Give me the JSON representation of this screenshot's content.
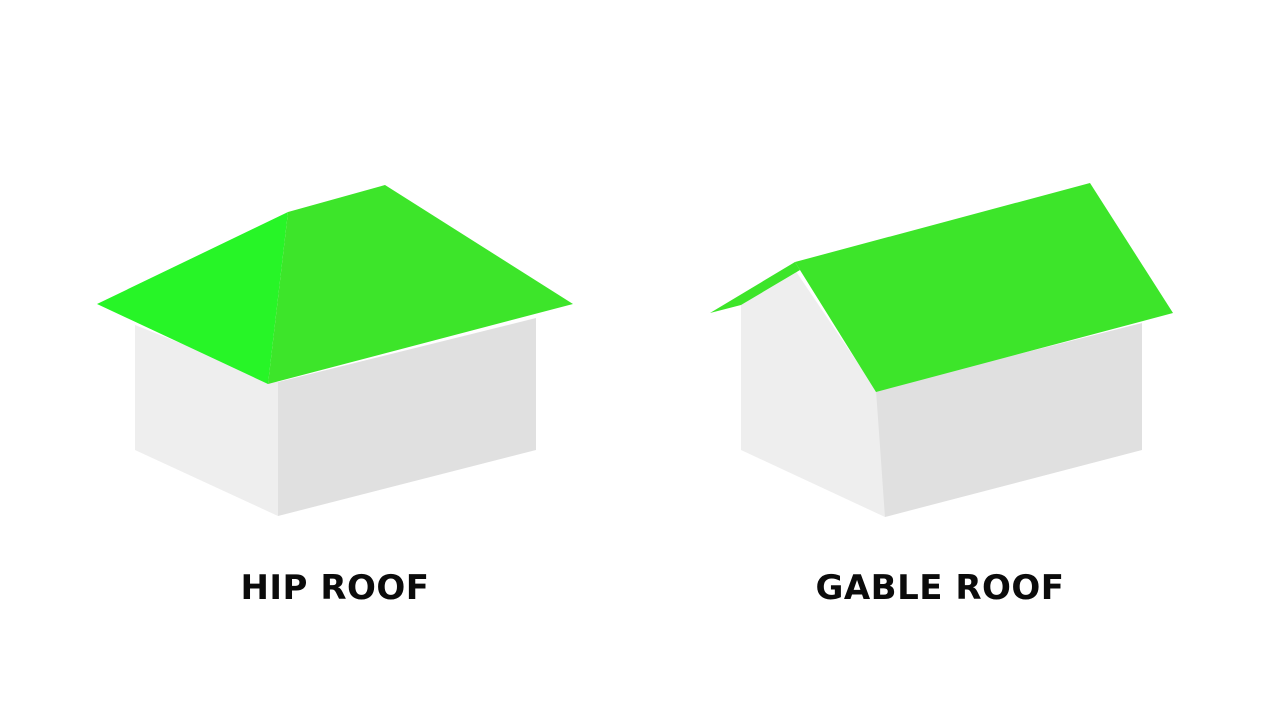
{
  "labels": {
    "hip": "HIP ROOF",
    "gable": "GABLE ROOF"
  },
  "colors": {
    "background": "#ffffff",
    "roof_light": "#27f527",
    "roof_main": "#3de52a",
    "wall_light": "#eeeeee",
    "wall_shade": "#e0e0e0",
    "label": "#0b0b0b"
  },
  "illustrations": [
    {
      "name": "hip-roof-house",
      "roof_type": "hip"
    },
    {
      "name": "gable-roof-house",
      "roof_type": "gable"
    }
  ]
}
